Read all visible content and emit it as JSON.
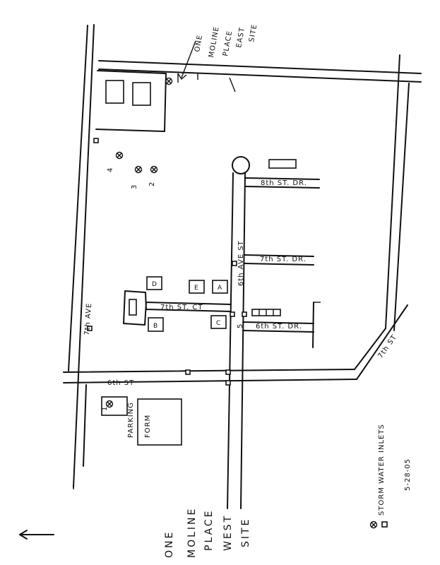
{
  "site_east": {
    "line1": "ONE",
    "line2": "MOLINE",
    "line3": "PLACE",
    "line4": "EAST",
    "line5": "SITE"
  },
  "site_west": {
    "line1": "ONE",
    "line2": "MOLINE",
    "line3": "PLACE",
    "line4": "WEST",
    "line5": "SITE"
  },
  "streets": {
    "seventh_ave": "7th AVE",
    "sixth_ave": "6th AVE ST",
    "sixth_st": "6th ST",
    "seventh_st": "7th ST",
    "eighth_st_dr": "8th ST. DR.",
    "seventh_st_dr": "7th ST. DR.",
    "sixth_st_dr": "6th ST. DR.",
    "seventh_st_ct": "7th ST. CT"
  },
  "buildings": {
    "a": "A",
    "b": "B",
    "c": "C",
    "d": "D",
    "e": "E",
    "form": "FORM",
    "parking": "PARKING"
  },
  "inlet_numbers": {
    "n1": "1",
    "n2": "2",
    "n3": "3",
    "n4": "4",
    "n5": "5"
  },
  "legend": {
    "label": "STORM WATER INLETS"
  },
  "date": "5-28-05"
}
